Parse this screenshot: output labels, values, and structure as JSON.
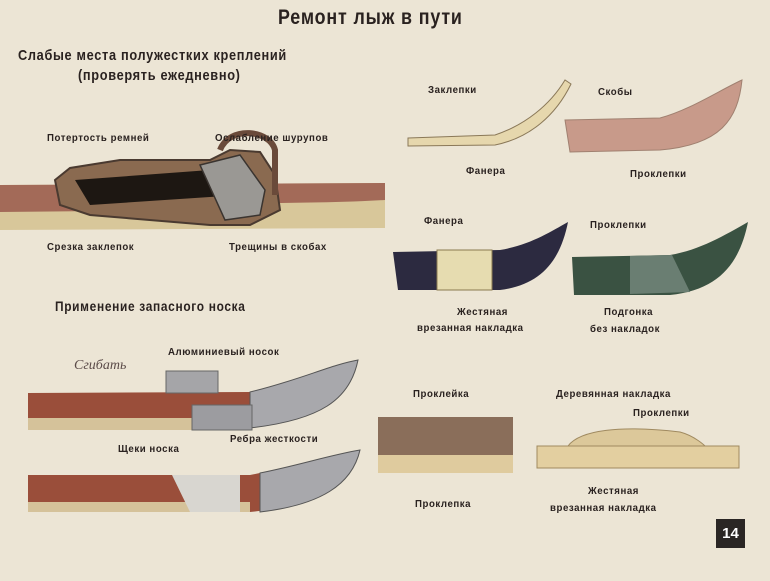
{
  "title": "Ремонт лыж в пути",
  "bindings_section": {
    "heading_line1": "Слабые места полужестких креплений",
    "heading_line2": "(проверять ежедневно)",
    "labels": {
      "strap_wear": "Потертость ремней",
      "screw_loosening": "Ослабление шурупов",
      "rivet_shear": "Срезка заклепок",
      "bracket_cracks": "Трещины в скобах"
    }
  },
  "spare_tip_section": {
    "heading": "Применение запасного носка",
    "bend": "Сгибать",
    "aluminum_tip": "Алюминиевый носок",
    "tip_cheeks": "Щеки носка",
    "stiffening_ribs": "Ребра жесткости"
  },
  "repairs": {
    "r1": {
      "rivets": "Заклепки",
      "plywood": "Фанера"
    },
    "r2": {
      "staples": "Скобы",
      "rivetings": "Проклепки"
    },
    "r3": {
      "plywood": "Фанера",
      "tin_line1": "Жестяная",
      "tin_line2": "врезанная накладка"
    },
    "r4": {
      "rivetings": "Проклепки",
      "fit_line1": "Подгонка",
      "fit_line2": "без накладок"
    },
    "r5": {
      "gluing": "Проклейка",
      "riveting": "Проклепка"
    },
    "r6": {
      "wood_patch": "Деревянная накладка",
      "rivetings": "Проклепки",
      "tin_line1": "Жестяная",
      "tin_line2": "врезанная накладка"
    }
  },
  "page_number": "14"
}
